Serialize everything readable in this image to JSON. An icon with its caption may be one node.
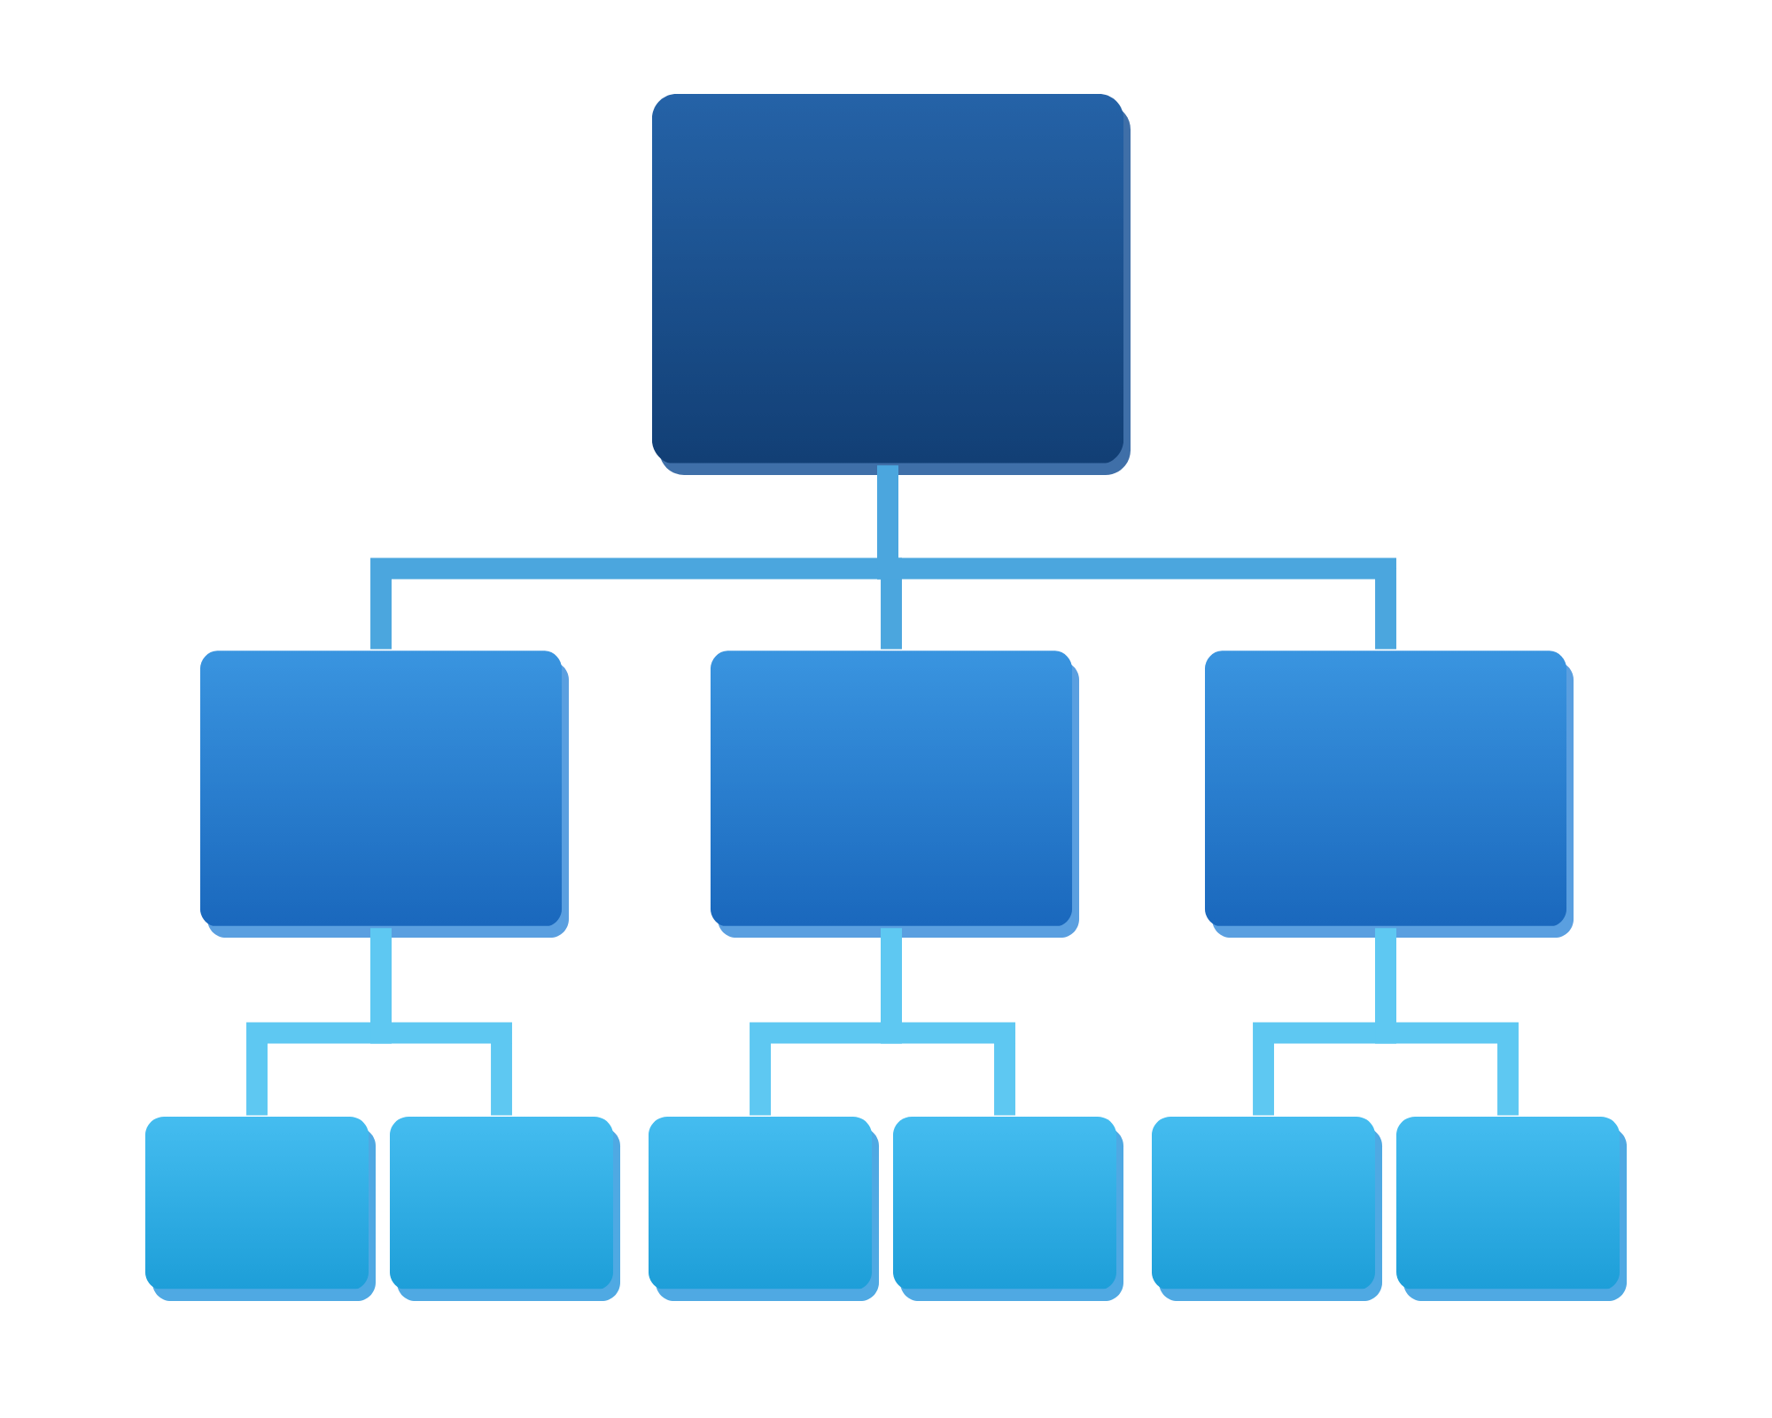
{
  "diagram": {
    "nodes": [
      {
        "text": [],
        "shape": "box"
      },
      {
        "text": [],
        "shape": "box"
      },
      {
        "text": [],
        "shape": "box"
      },
      {
        "text": [],
        "shape": "box"
      },
      {
        "text": [],
        "shape": "box"
      },
      {
        "text": [],
        "shape": "box"
      },
      {
        "text": [],
        "shape": "box"
      },
      {
        "text": [],
        "shape": "box"
      },
      {
        "text": [],
        "shape": "box"
      },
      {
        "text": [],
        "shape": "box"
      }
    ],
    "edges": [
      {
        "from": 0,
        "to": 1,
        "arrow": "none",
        "color": "#4ba6de"
      },
      {
        "from": 0,
        "to": 2,
        "arrow": "none",
        "color": "#4ba6de"
      },
      {
        "from": 0,
        "to": 3,
        "arrow": "none",
        "color": "#4ba6de"
      },
      {
        "from": 1,
        "to": 4,
        "arrow": "none"
      },
      {
        "from": 1,
        "to": 5,
        "arrow": "none"
      },
      {
        "from": 2,
        "to": 6,
        "arrow": "none"
      },
      {
        "from": 2,
        "to": 7,
        "arrow": "none"
      },
      {
        "from": 3,
        "to": 8,
        "arrow": "none"
      },
      {
        "from": 3,
        "to": 9,
        "arrow": "none"
      }
    ]
  }
}
